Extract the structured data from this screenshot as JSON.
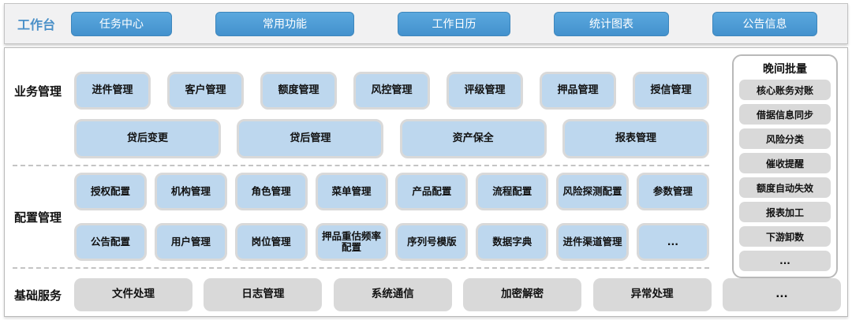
{
  "workbench": {
    "label": "工作台",
    "buttons": [
      "任务中心",
      "常用功能",
      "工作日历",
      "统计图表",
      "公告信息"
    ]
  },
  "sections": {
    "business": {
      "label": "业务管理",
      "row1": [
        "进件管理",
        "客户管理",
        "额度管理",
        "风控管理",
        "评级管理",
        "押品管理",
        "授信管理"
      ],
      "row2": [
        "贷后变更",
        "贷后管理",
        "资产保全",
        "报表管理"
      ]
    },
    "config": {
      "label": "配置管理",
      "row1": [
        "授权配置",
        "机构管理",
        "角色管理",
        "菜单管理",
        "产品配置",
        "流程配置",
        "风险探测配置",
        "参数管理"
      ],
      "row2": [
        "公告配置",
        "用户管理",
        "岗位管理",
        "押品重估频率配置",
        "序列号模版",
        "数据字典",
        "进件渠道管理",
        "..."
      ]
    },
    "base": {
      "label": "基础服务",
      "row1": [
        "文件处理",
        "日志管理",
        "系统通信",
        "加密解密",
        "异常处理",
        "..."
      ]
    }
  },
  "night_batch": {
    "title": "晚间批量",
    "items": [
      "核心账务对账",
      "借据信息同步",
      "风险分类",
      "催收提醒",
      "额度自动失效",
      "报表加工",
      "下游卸数",
      "..."
    ]
  },
  "colors": {
    "accent_blue": "#4A97D2",
    "light_blue_fill": "#BDD7EE",
    "box_border_gray": "#D9D9D9",
    "gray_fill": "#D9D9D9",
    "label_blue": "#4A90C8"
  }
}
